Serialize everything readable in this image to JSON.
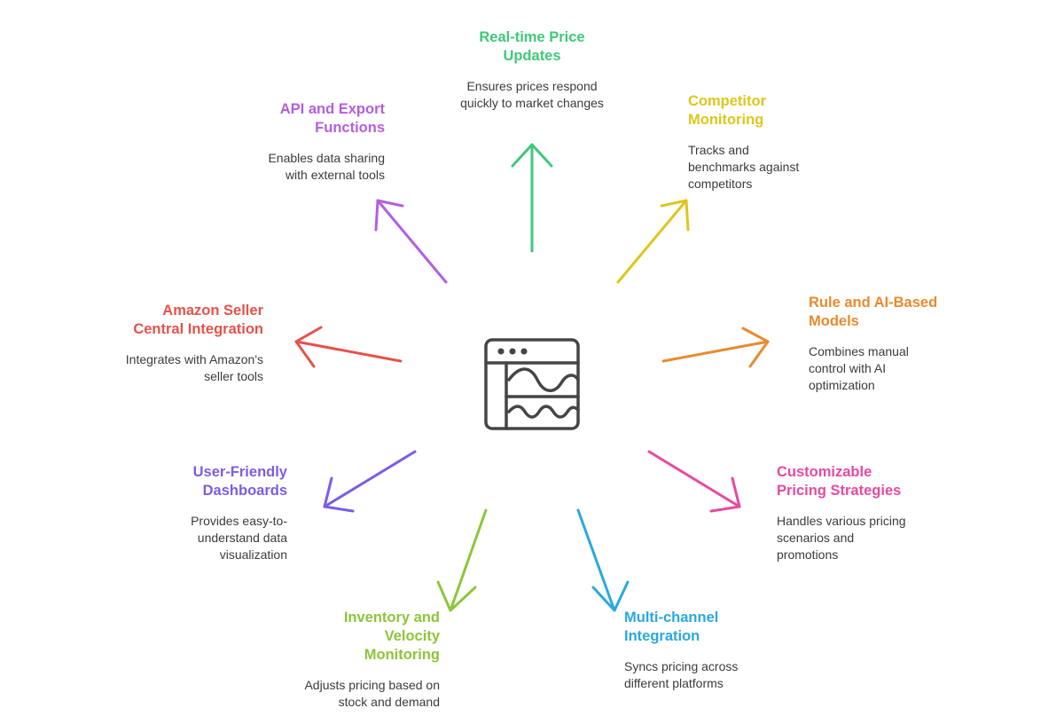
{
  "center": {
    "icon": "dashboard-chart-window-icon"
  },
  "nodes": [
    {
      "key": "realtime",
      "title": "Real-time Price Updates",
      "desc": "Ensures prices respond quickly to market changes",
      "color": "#3ec97a"
    },
    {
      "key": "competitor",
      "title": "Competitor Monitoring",
      "desc": "Tracks and benchmarks against competitors",
      "color": "#e0c51b"
    },
    {
      "key": "rule_ai",
      "title": "Rule and AI-Based Models",
      "desc": "Combines manual control with AI optimization",
      "color": "#e88a2e"
    },
    {
      "key": "custom",
      "title": "Customizable Pricing Strategies",
      "desc": "Handles various pricing scenarios and promotions",
      "color": "#e64aa0"
    },
    {
      "key": "multichannel",
      "title": "Multi-channel Integration",
      "desc": "Syncs pricing across different platforms",
      "color": "#2aa8df"
    },
    {
      "key": "inventory",
      "title": "Inventory and Velocity Monitoring",
      "desc": "Adjusts pricing based on stock and demand",
      "color": "#8cc63a"
    },
    {
      "key": "dashboards",
      "title": "User-Friendly Dashboards",
      "desc": "Provides easy-to-understand data visualization",
      "color": "#7b5ce6"
    },
    {
      "key": "amazon",
      "title": "Amazon Seller Central Integration",
      "desc": "Integrates with Amazon's seller tools",
      "color": "#e5524a"
    },
    {
      "key": "api",
      "title": "API and Export Functions",
      "desc": "Enables data sharing with external tools",
      "color": "#b45ee0"
    }
  ]
}
